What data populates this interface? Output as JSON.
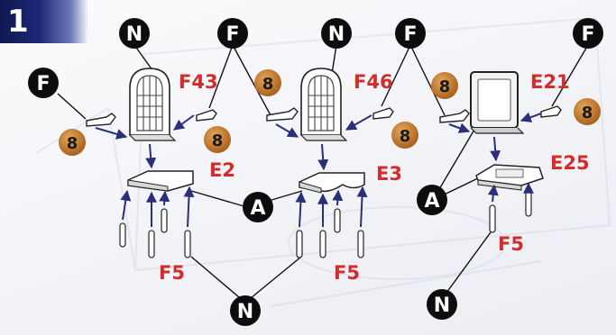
{
  "step": {
    "number": "1"
  },
  "symbols": {
    "N": "N",
    "F": "F",
    "A": "A"
  },
  "glue_mark": "8",
  "parts": {
    "f43": "F43",
    "f46": "F46",
    "e21": "E21",
    "e2": "E2",
    "e3": "E3",
    "e25": "E25",
    "f5_left": "F5",
    "f5_mid": "F5",
    "f5_right": "F5"
  },
  "colors": {
    "part_label": "#d42c2c",
    "symbol_fill": "#0d0d0d",
    "glue_badge": "#c07a2a",
    "arrow": "#2b2f7a",
    "step_badge": "#1d2a78"
  }
}
